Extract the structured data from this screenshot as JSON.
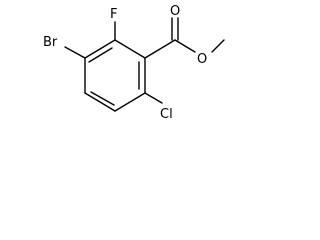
{
  "molecule": {
    "atom_labels": {
      "br": "Br",
      "f": "F",
      "o_carbonyl": "O",
      "o_ester": "O",
      "cl": "Cl"
    }
  },
  "colors": {
    "bond": "#000000",
    "label": "#000000",
    "background": "#ffffff"
  }
}
